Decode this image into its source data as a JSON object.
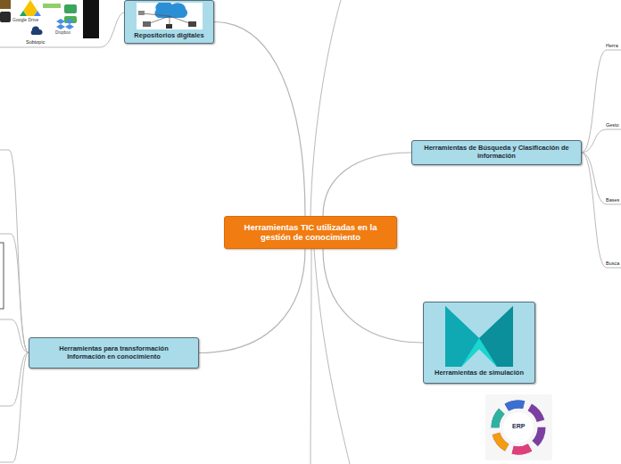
{
  "diagram": {
    "nodes": [
      {
        "text": [
          "Herramientas TIC utilizadas en la gestión de conocimiento"
        ]
      },
      {
        "text": [
          "Repositorios digitales"
        ]
      },
      {
        "text": [
          "Herramientas de Búsqueda y Clasificación de información"
        ]
      },
      {
        "text": [
          "Herramientas de simulación"
        ]
      },
      {
        "text": [
          "Herramientas para transformación Información en conocimiento"
        ]
      }
    ],
    "edges": [
      {
        "from": 0,
        "to": 1,
        "arrow": "none"
      },
      {
        "from": 0,
        "to": 2,
        "arrow": "none"
      },
      {
        "from": 0,
        "to": 3,
        "arrow": "none"
      },
      {
        "from": 0,
        "to": 4,
        "arrow": "none"
      }
    ],
    "labels": [
      "Google Drive",
      "Dropbox",
      "Subtopic",
      "Herra",
      "Gesto",
      "Bases",
      "Busca",
      "ERP"
    ]
  }
}
